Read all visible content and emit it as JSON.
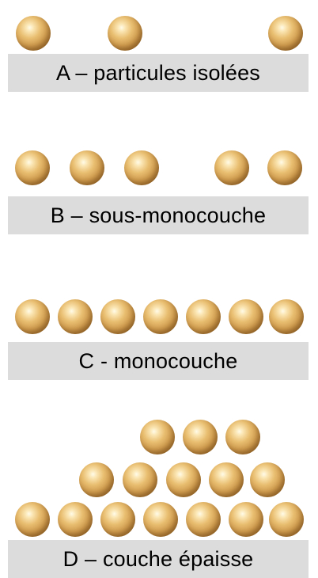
{
  "panels": [
    {
      "id": "A",
      "label": "A – particules isolées"
    },
    {
      "id": "B",
      "label": "B – sous-monocouche"
    },
    {
      "id": "C",
      "label": "C - monocouche"
    },
    {
      "id": "D",
      "label": "D – couche épaisse"
    }
  ]
}
